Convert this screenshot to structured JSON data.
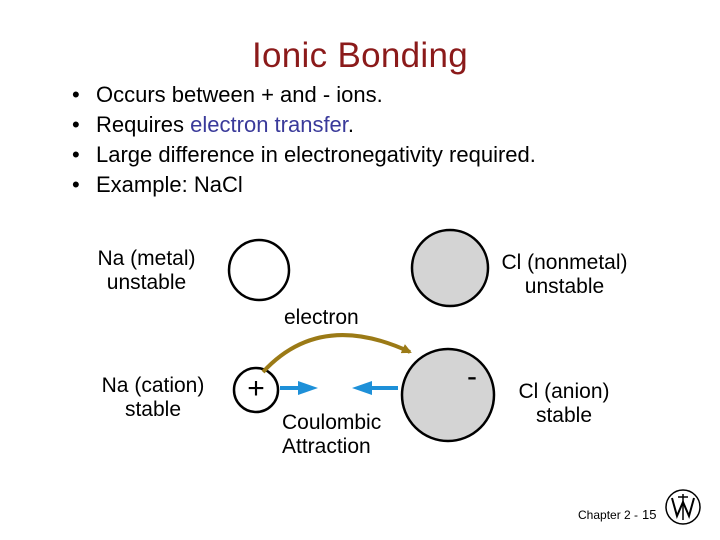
{
  "title": "Ionic Bonding",
  "bullets": [
    {
      "pre": "Occurs between + and - ions.",
      "hl": "",
      "post": ""
    },
    {
      "pre": "Requires ",
      "hl": "electron transfer",
      "post": "."
    },
    {
      "pre": "Large difference in electronegativity required.",
      "hl": "",
      "post": ""
    },
    {
      "pre": "Example:  Na",
      "hl": "",
      "post": "Cl"
    }
  ],
  "diagram": {
    "na_metal": [
      "Na (metal)",
      "unstable"
    ],
    "cl_nonmetal": [
      "Cl (nonmetal)",
      "unstable"
    ],
    "electron": "electron",
    "na_cation": [
      "Na (cation)",
      "stable"
    ],
    "cl_anion": [
      "Cl (anion)",
      "stable"
    ],
    "plus": "+",
    "minus": "-",
    "coulombic": [
      "Coulombic",
      "Attraction"
    ]
  },
  "footer": {
    "chapter": "Chapter 2 -",
    "page": "15"
  },
  "colors": {
    "title": "#8b1a1a",
    "highlight": "#3a3a9a",
    "atom_fill_gray": "#d4d4d4",
    "electron_arrow": "#9b7a16",
    "attraction_arrow": "#1e90d8"
  }
}
